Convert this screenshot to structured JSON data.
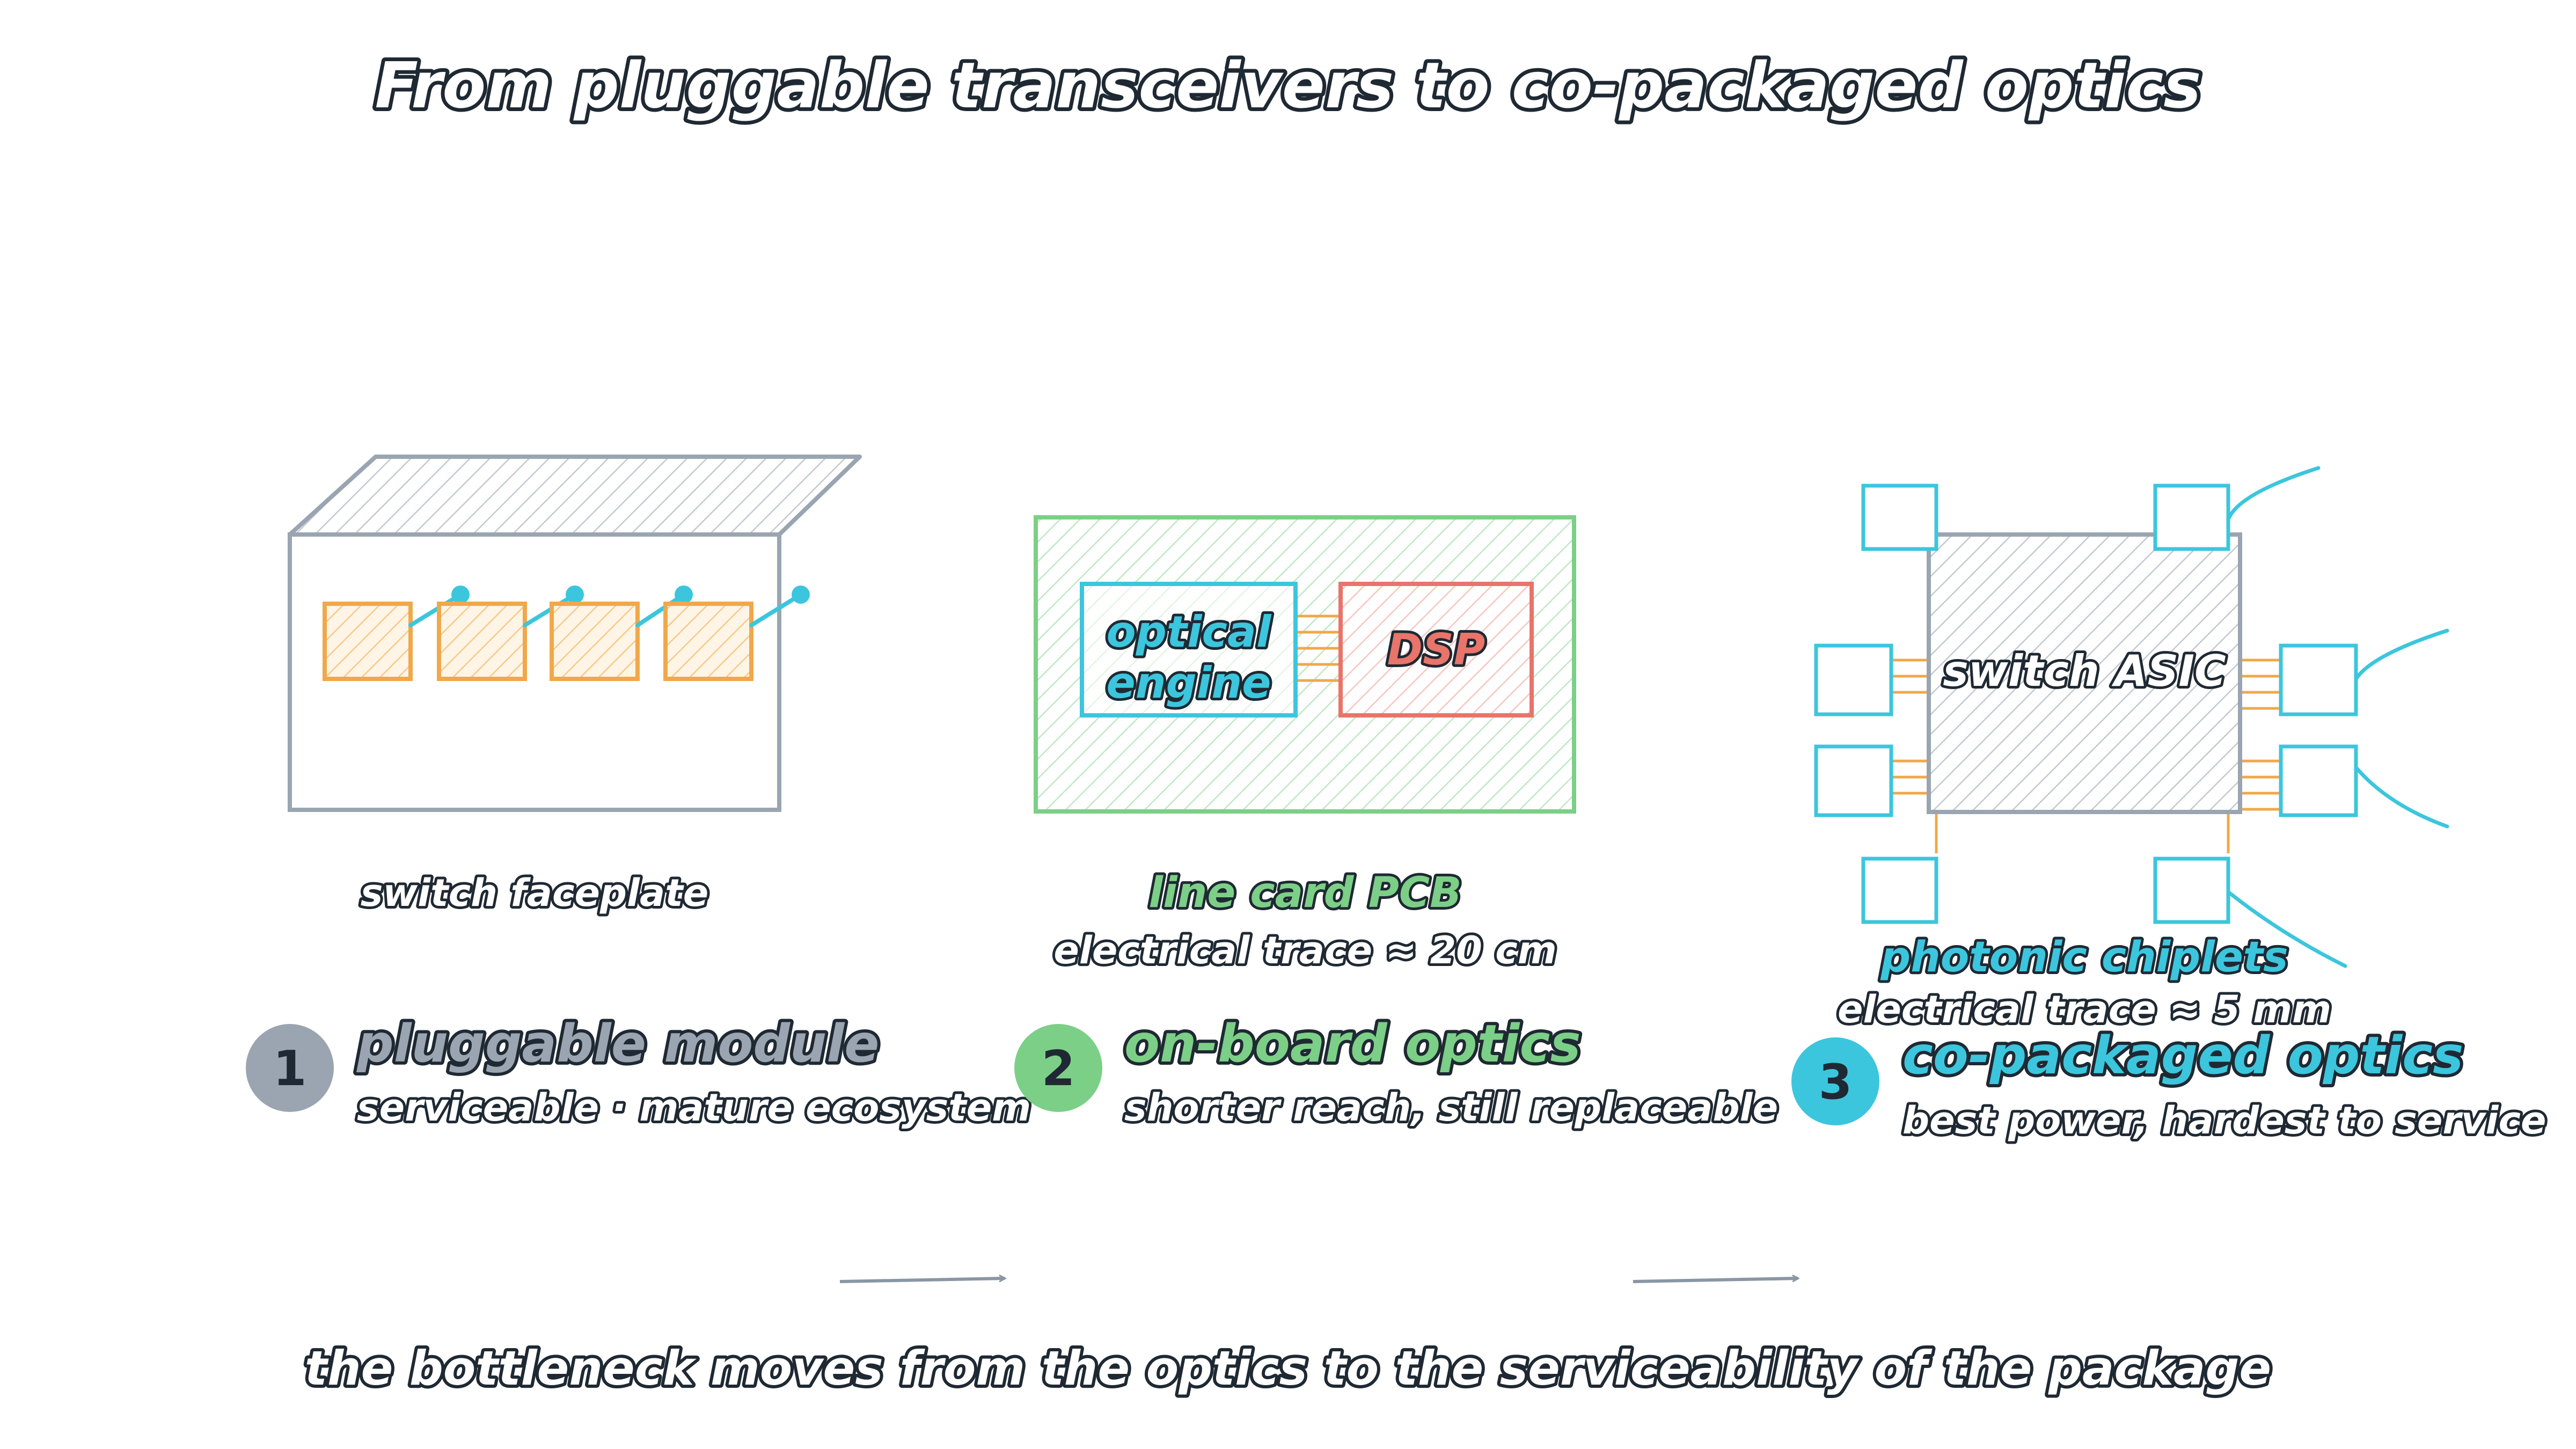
{
  "title": "From pluggable transceivers to co-packaged optics",
  "colors": {
    "gray": "#9aa5b1",
    "orange": "#f0a84a",
    "green": "#7ccf86",
    "red": "#e8746a",
    "cyan": "#3cc6dd",
    "ink": "#1f2933"
  },
  "panel1": {
    "caption": "switch faceplate",
    "module_count": 4
  },
  "panel2": {
    "optical_engine_line1": "optical",
    "optical_engine_line2": "engine",
    "dsp_label": "DSP",
    "caption": "line card PCB",
    "trace": "electrical trace ≈ 20 cm"
  },
  "panel3": {
    "asic_label": "switch ASIC",
    "caption": "photonic chiplets",
    "trace": "electrical trace ≈ 5 mm"
  },
  "stages": [
    {
      "number": "1",
      "heading": "pluggable module",
      "detail": "serviceable · mature ecosystem",
      "color": "#9aa5b1"
    },
    {
      "number": "2",
      "heading": "on-board optics",
      "detail": "shorter reach, still replaceable",
      "color": "#7ccf86"
    },
    {
      "number": "3",
      "heading": "co-packaged optics",
      "detail": "best power, hardest to service",
      "color": "#3cc6dd"
    }
  ],
  "footer": "the bottleneck moves from the optics to the serviceability of the package"
}
